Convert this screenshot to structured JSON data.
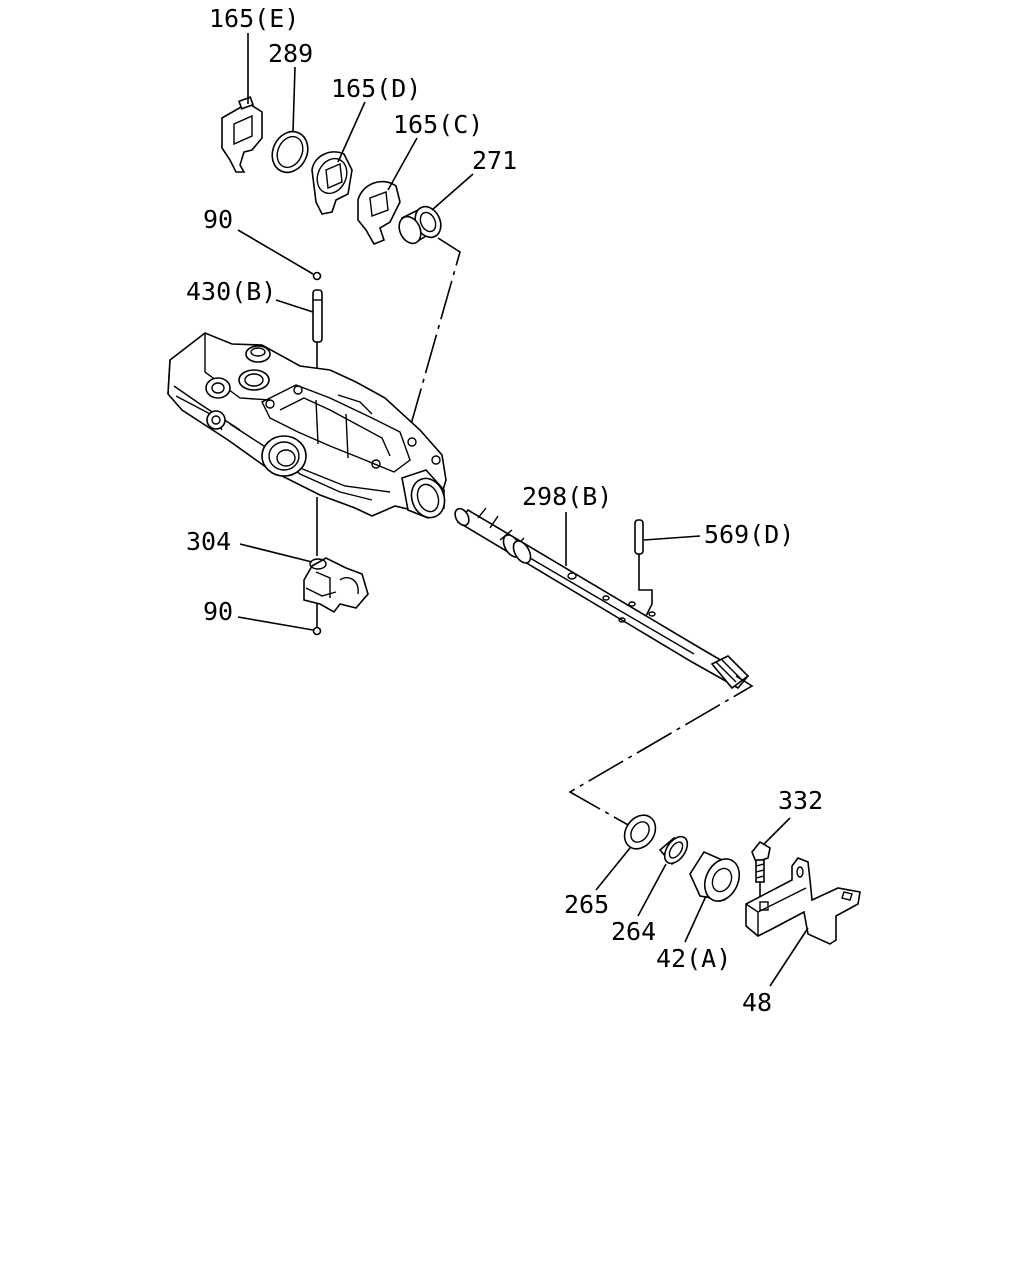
{
  "callouts": {
    "p165e": "165(E)",
    "p289": "289",
    "p165d": "165(D)",
    "p165c": "165(C)",
    "p271": "271",
    "p90_top": "90",
    "p430b": "430(B)",
    "p304": "304",
    "p90_bottom": "90",
    "p298b": "298(B)",
    "p569d": "569(D)",
    "p332": "332",
    "p265": "265",
    "p264": "264",
    "p42a": "42(A)",
    "p48": "48"
  }
}
